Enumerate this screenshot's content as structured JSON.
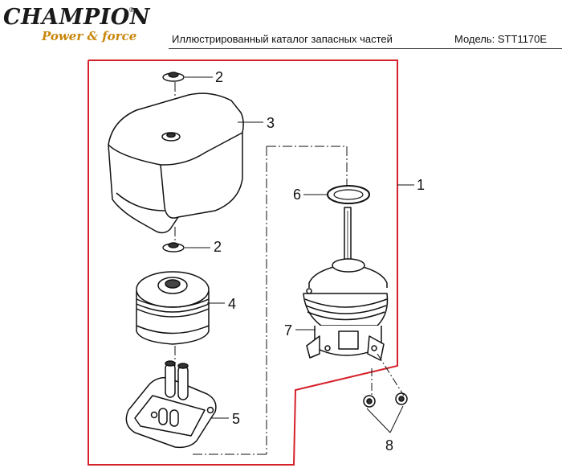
{
  "header": {
    "brand": "CHAMPION",
    "registered_mark": "®",
    "tagline": "Power & force",
    "catalog_title": "Иллюстрированный каталог запасных частей",
    "model_label": "Модель: STT1170E"
  },
  "callouts": {
    "c1": "1",
    "c2_top": "2",
    "c2_mid": "2",
    "c3": "3",
    "c4": "4",
    "c5": "5",
    "c6": "6",
    "c7": "7",
    "c8": "8"
  },
  "colors": {
    "assembly_border": "#d6202a",
    "brand_accent": "#c8860a",
    "line": "#111111"
  }
}
